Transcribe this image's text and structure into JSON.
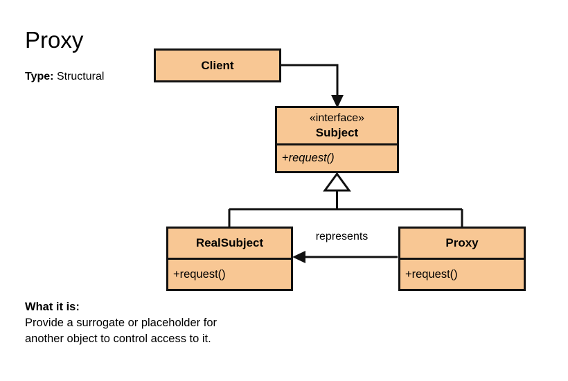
{
  "page": {
    "title": "Proxy",
    "type_label": "Type:",
    "type_value": "Structural",
    "background_color": "#ffffff",
    "box_fill_color": "#f8c794",
    "line_color": "#111111"
  },
  "description": {
    "heading": "What it is:",
    "line1": "Provide a surrogate or placeholder for",
    "line2": "another object to control access to it."
  },
  "diagram": {
    "type": "uml-class-diagram",
    "classes": [
      {
        "id": "client",
        "name": "Client",
        "stereotype": "",
        "members": []
      },
      {
        "id": "subject",
        "name": "Subject",
        "stereotype": "«interface»",
        "members": [
          {
            "visibility": "+",
            "signature": "request()",
            "abstract": true
          }
        ]
      },
      {
        "id": "realsubject",
        "name": "RealSubject",
        "stereotype": "",
        "members": [
          {
            "visibility": "+",
            "signature": "request()",
            "abstract": false
          }
        ]
      },
      {
        "id": "proxy",
        "name": "Proxy",
        "stereotype": "",
        "members": [
          {
            "visibility": "+",
            "signature": "request()",
            "abstract": false
          }
        ]
      }
    ],
    "relationships": [
      {
        "id": "client-subject",
        "from": "client",
        "to": "subject",
        "kind": "dependency-arrow",
        "label": ""
      },
      {
        "id": "realsubject-subject",
        "from": "realsubject",
        "to": "subject",
        "kind": "generalization",
        "label": ""
      },
      {
        "id": "proxy-subject",
        "from": "proxy",
        "to": "subject",
        "kind": "generalization",
        "label": ""
      },
      {
        "id": "proxy-realsubject",
        "from": "proxy",
        "to": "realsubject",
        "kind": "association-arrow",
        "label": "represents"
      }
    ]
  }
}
